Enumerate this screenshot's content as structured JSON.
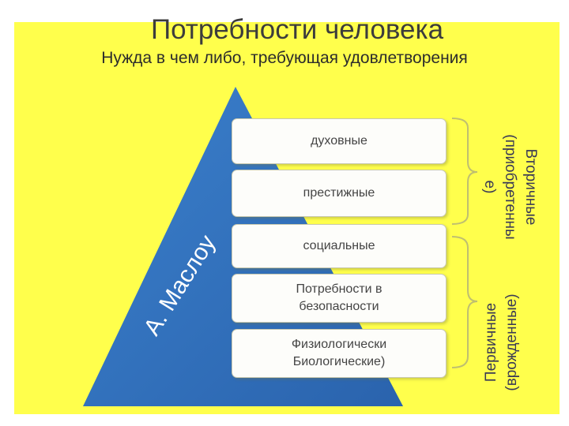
{
  "title": "Потребности человека",
  "subtitle": "Нужда в чем либо, требующая удовлетворения",
  "pyramid_label": "А. Маслоу",
  "levels": [
    {
      "label": "духовные"
    },
    {
      "label": "престижные"
    },
    {
      "label": "социальные"
    },
    {
      "label": "Потребности в\nбезопасности"
    },
    {
      "label": "Физиологически\nБиологические)"
    }
  ],
  "groups": {
    "secondary": {
      "line1": "Вторичные",
      "line2": "(приобретенны",
      "line3": "е)"
    },
    "primary": {
      "line1": "Первичные",
      "line2": "(врожденные)"
    }
  },
  "colors": {
    "background": "#ffff4c",
    "pyramid": "#2e6db8",
    "box": "#fdfdfa"
  }
}
